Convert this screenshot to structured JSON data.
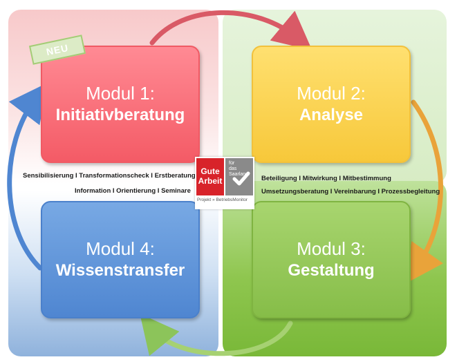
{
  "badge": {
    "label": "NEU"
  },
  "modules": [
    {
      "line1": "Modul 1:",
      "line2": "Initiativberatung",
      "color": "#f45b66"
    },
    {
      "line1": "Modul 2:",
      "line2": "Analyse",
      "color": "#f7c83a"
    },
    {
      "line1": "Modul 3:",
      "line2": "Gestaltung",
      "color": "#86bd48"
    },
    {
      "line1": "Modul 4:",
      "line2": "Wissenstransfer",
      "color": "#4f86d1"
    }
  ],
  "captions": {
    "m1_a": "Sensibilisierung I Transformationscheck I Erstberatung",
    "m1_b": "Information I Orientierung I Seminare",
    "m2_a": "Beteiligung I Mitwirkung I Mitbestimmung",
    "m2_b": "Umsetzungsberatung I Vereinbarung I Prozessbegleitung"
  },
  "logo": {
    "word1": "Gute",
    "word2": "Arbeit",
    "side1": "für",
    "side2": "das",
    "side3": "Saarland.",
    "footer": "Projekt » BetriebsMonitor"
  }
}
